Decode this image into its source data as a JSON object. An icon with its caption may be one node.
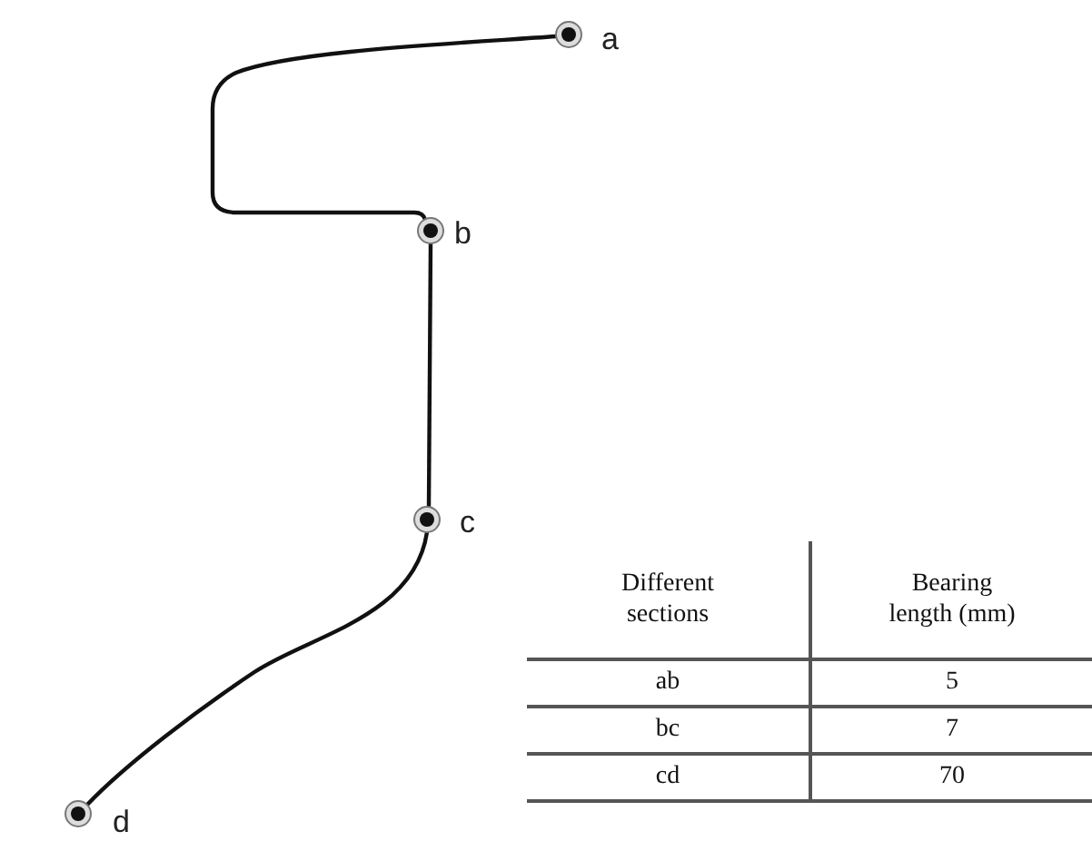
{
  "diagram": {
    "nodes": [
      {
        "text": [],
        "shape": "circle",
        "beside": [
          "a"
        ]
      },
      {
        "text": [],
        "shape": "circle",
        "beside": [
          "b"
        ]
      },
      {
        "text": [],
        "shape": "circle",
        "beside": [
          "c"
        ]
      },
      {
        "text": [],
        "shape": "circle",
        "beside": [
          "d"
        ]
      }
    ],
    "edges": [
      {
        "from": 0,
        "to": 1,
        "arrow": "none"
      },
      {
        "from": 1,
        "to": 2,
        "arrow": "none"
      },
      {
        "from": 2,
        "to": 3,
        "arrow": "none"
      }
    ],
    "labels": [
      "Different sections",
      "Bearing length (mm)",
      "ab",
      "5",
      "bc",
      "7",
      "cd",
      "70"
    ]
  }
}
